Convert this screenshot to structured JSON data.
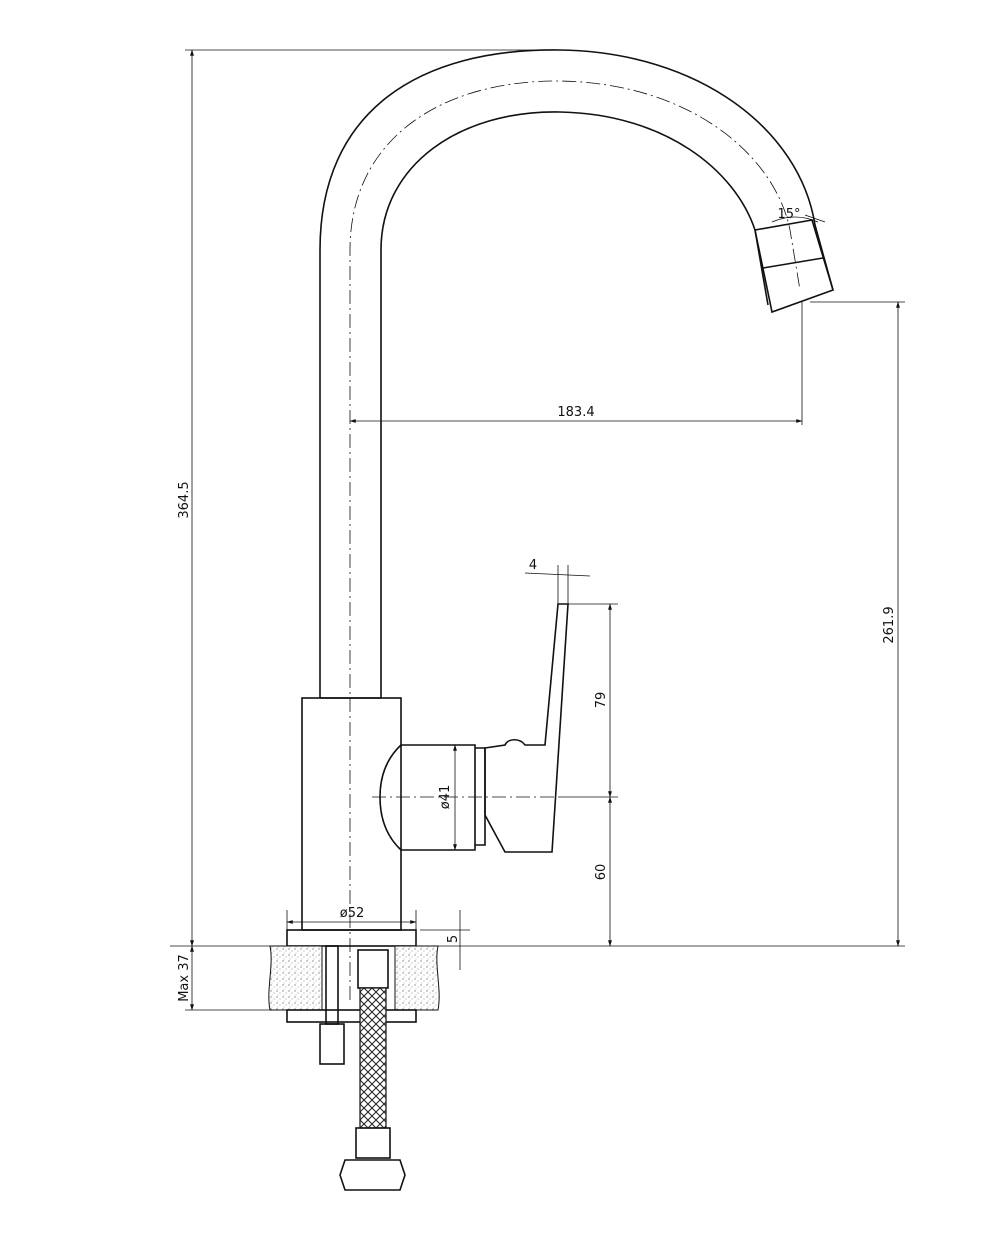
{
  "dimensions": {
    "total_height": "364.5",
    "spout_reach": "183.4",
    "outlet_height": "261.9",
    "handle_offset": "4",
    "handle_height": "79",
    "body_diameter": "ø41",
    "lever_axis_height": "60",
    "base_diameter": "ø52",
    "base_thickness": "5",
    "max_counter_thickness": "Max 37",
    "spout_angle": "15°"
  }
}
